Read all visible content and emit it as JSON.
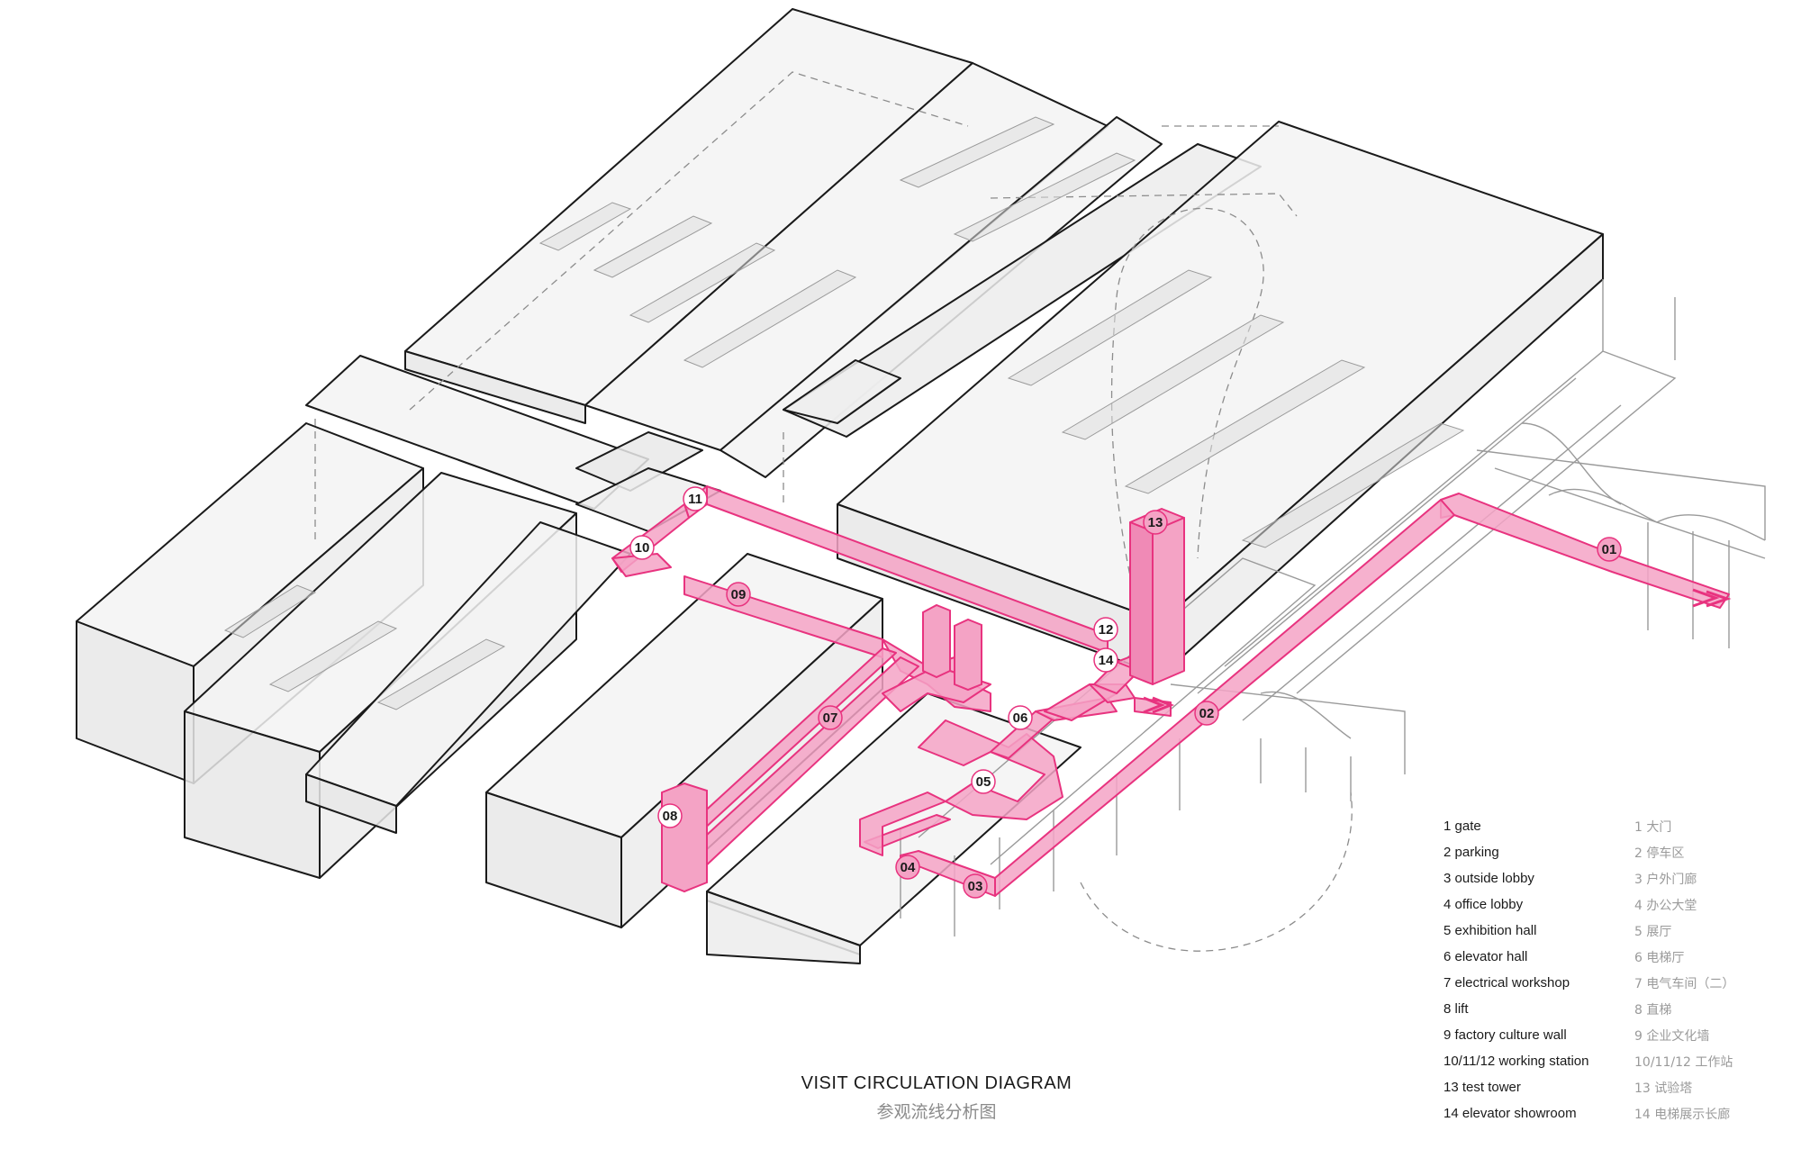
{
  "title": {
    "en": "VISIT CIRCULATION DIAGRAM",
    "cn": "参观流线分析图"
  },
  "colors": {
    "route": "#e8337f",
    "route_fill": "#f4a3c5",
    "outline": "#1a1a1a",
    "ghost": "#8c8c8c",
    "building_fill": "#f3f3f3"
  },
  "markers": [
    {
      "label": "01"
    },
    {
      "label": "02"
    },
    {
      "label": "03"
    },
    {
      "label": "04"
    },
    {
      "label": "05"
    },
    {
      "label": "06"
    },
    {
      "label": "07"
    },
    {
      "label": "08"
    },
    {
      "label": "09"
    },
    {
      "label": "10"
    },
    {
      "label": "11"
    },
    {
      "label": "12"
    },
    {
      "label": "13"
    },
    {
      "label": "14"
    }
  ],
  "legend": [
    {
      "en": "1  gate",
      "cn": "1  大门"
    },
    {
      "en": "2  parking",
      "cn": "2  停车区"
    },
    {
      "en": "3   outside lobby",
      "cn": "3  户外门廊"
    },
    {
      "en": "4   office lobby",
      "cn": "4  办公大堂"
    },
    {
      "en": "5   exhibition hall",
      "cn": "5    展厅"
    },
    {
      "en": "6   elevator hall",
      "cn": "6    电梯厅"
    },
    {
      "en": "7   electrical workshop",
      "cn": "7    电气车间（二）"
    },
    {
      "en": "8   lift",
      "cn": "8    直梯"
    },
    {
      "en": "9   factory culture wall",
      "cn": "9    企业文化墙"
    },
    {
      "en": "10/11/12  working station",
      "cn": "10/11/12  工作站"
    },
    {
      "en": "13  test tower",
      "cn": "13  试验塔"
    },
    {
      "en": "14  elevator showroom",
      "cn": "14  电梯展示长廊"
    }
  ]
}
